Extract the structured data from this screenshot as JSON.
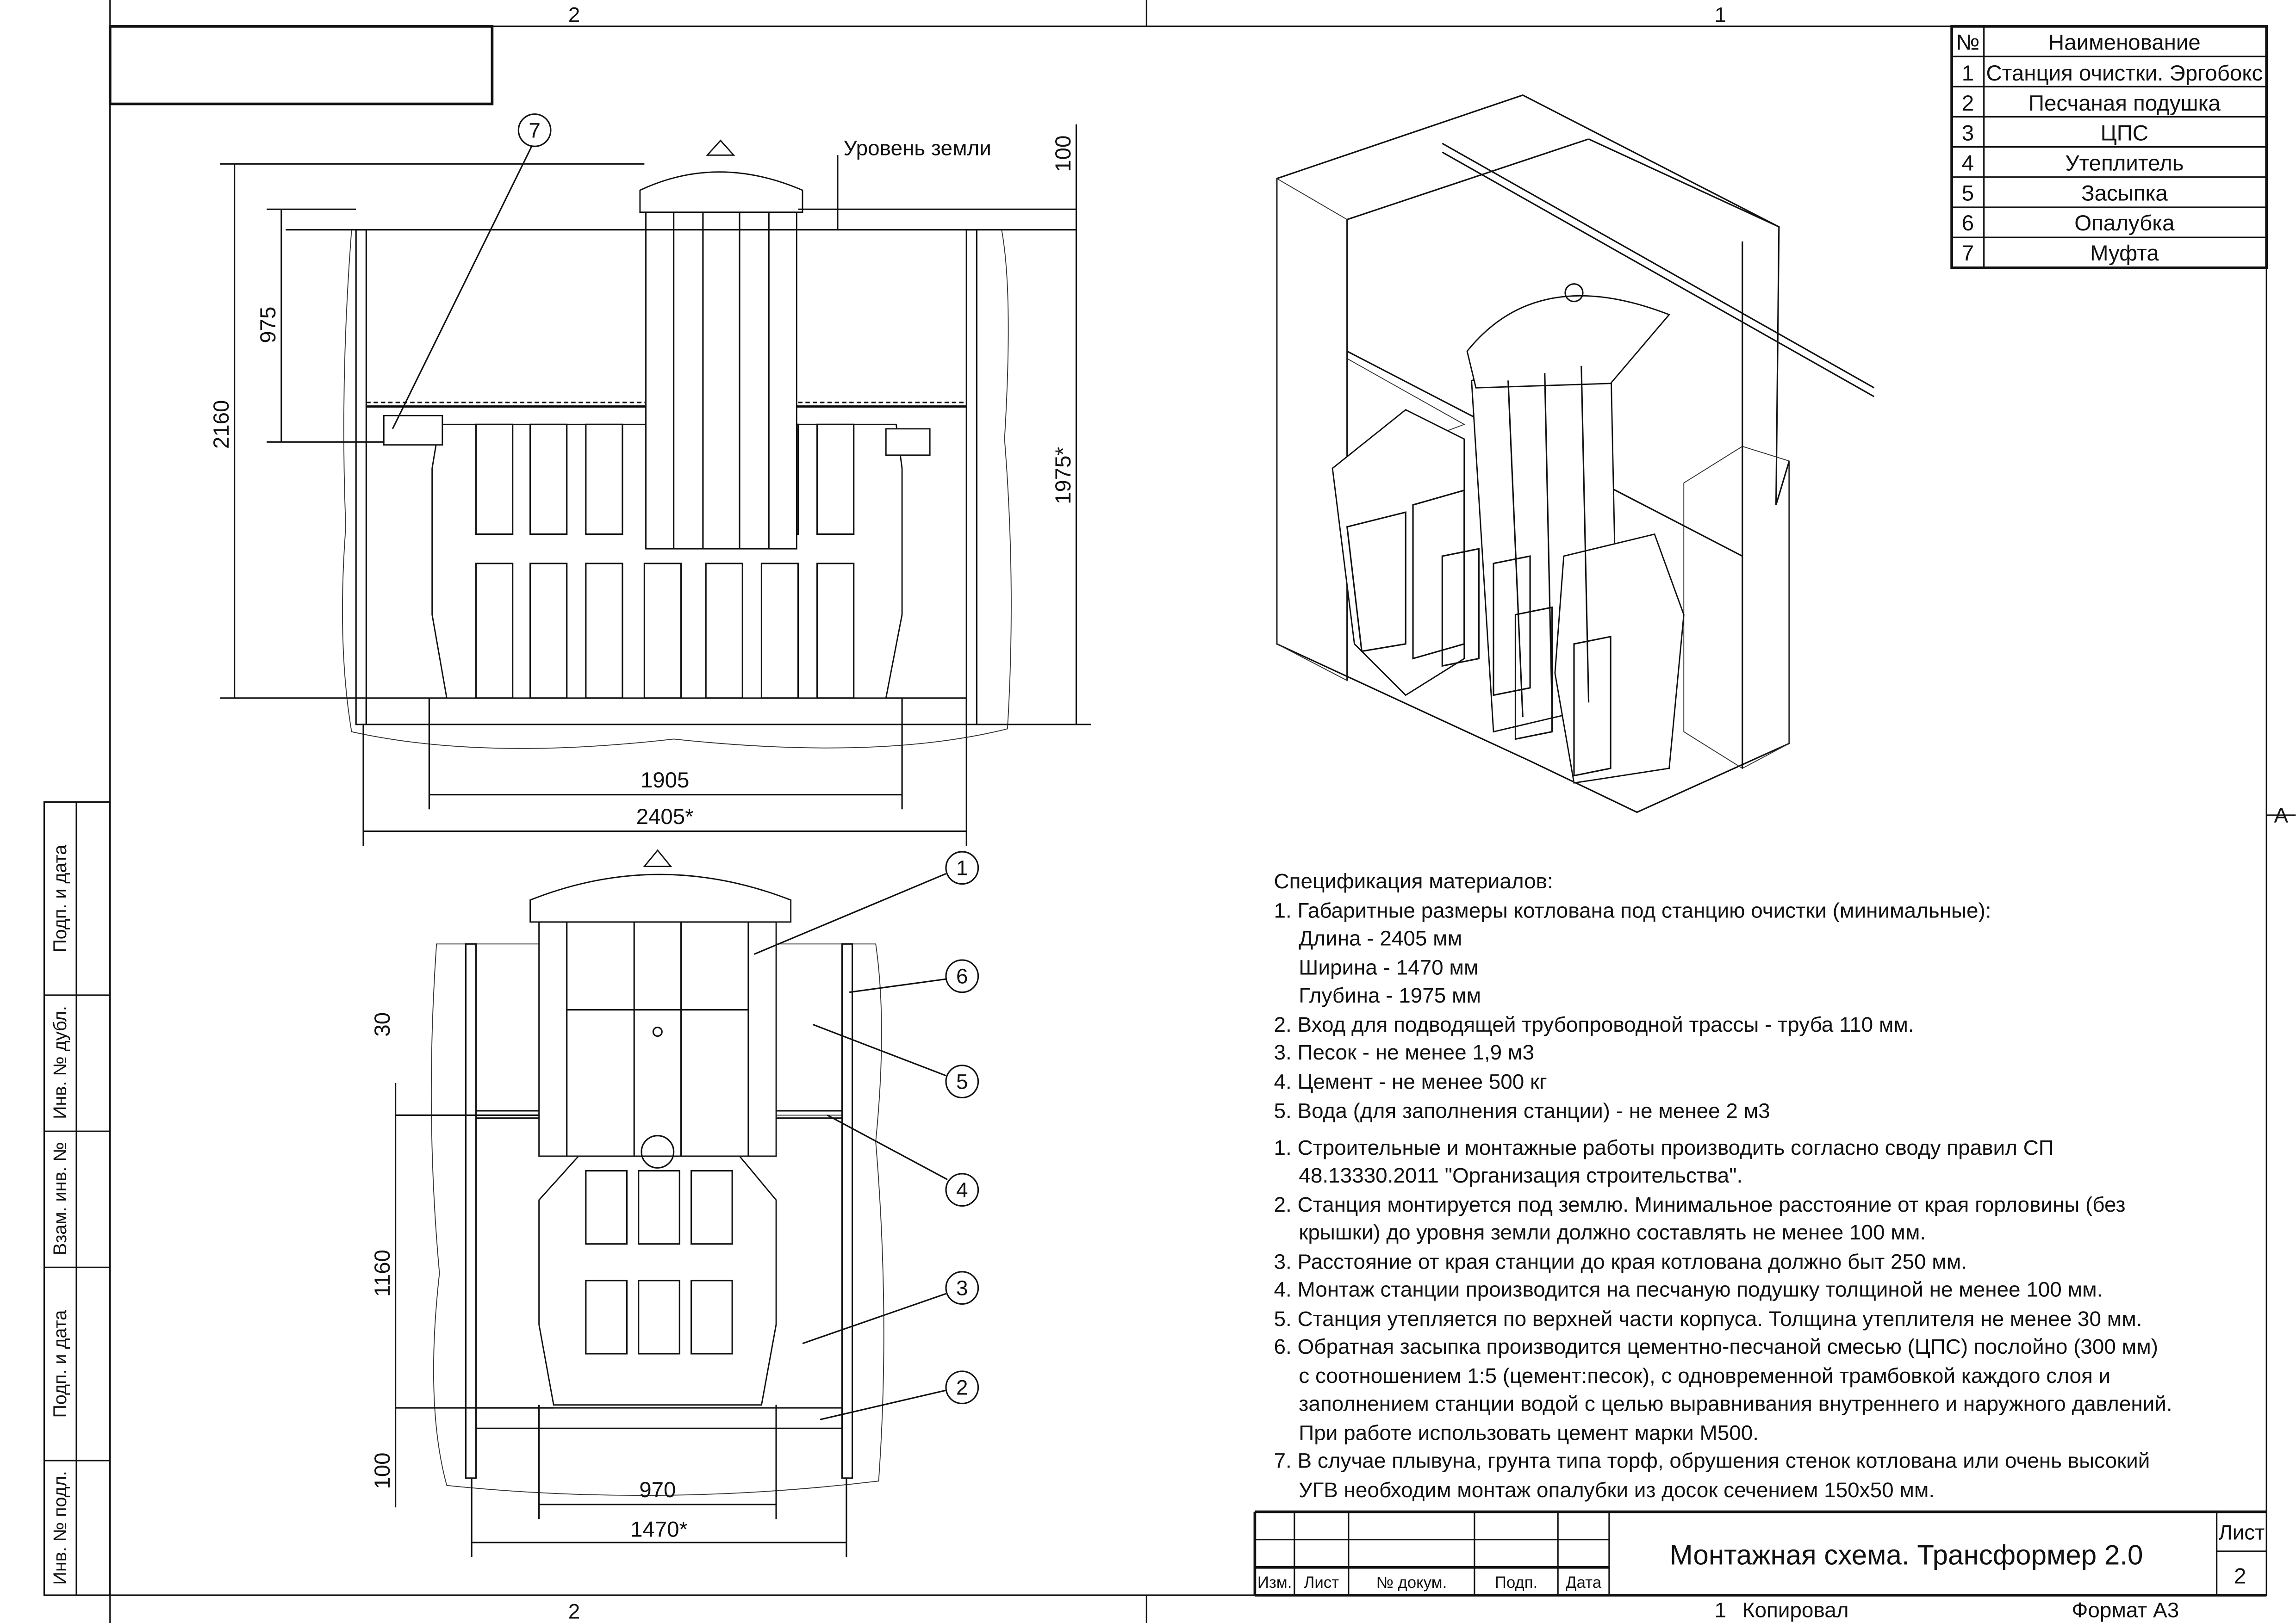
{
  "frame": {
    "zone_top_left": "2",
    "zone_top_right": "1",
    "zone_bottom_left": "2",
    "zone_right": "А"
  },
  "side_stamp": [
    "Подп. и дата",
    "Инв. № дубл.",
    "Взам. инв. №",
    "Подп. и дата",
    "Инв. № подл."
  ],
  "parts_table": {
    "headers": [
      "№",
      "Наименование"
    ],
    "rows": [
      {
        "n": "1",
        "name": "Станция очистки. Эргобокс"
      },
      {
        "n": "2",
        "name": "Песчаная подушка"
      },
      {
        "n": "3",
        "name": "ЦПС"
      },
      {
        "n": "4",
        "name": "Утеплитель"
      },
      {
        "n": "5",
        "name": "Засыпка"
      },
      {
        "n": "6",
        "name": "Опалубка"
      },
      {
        "n": "7",
        "name": "Муфта"
      }
    ]
  },
  "front_view": {
    "ground_label": "Уровень земли",
    "dims": {
      "total_height": "2160",
      "pipe_depth": "975",
      "top_gap": "100",
      "pit_depth": "1975*",
      "station_length": "1905",
      "pit_length": "2405*"
    },
    "callout": "7"
  },
  "side_view": {
    "dims": {
      "insulation": "30",
      "fill_height": "1160",
      "sand": "100",
      "station_width": "970",
      "pit_width": "1470*"
    },
    "callouts": [
      "1",
      "2",
      "3",
      "4",
      "5",
      "6"
    ]
  },
  "spec": {
    "title": "Спецификация материалов:",
    "materials": [
      "1. Габаритные размеры котлована под станцию очистки (минимальные):",
      "Длина - 2405 мм",
      "Ширина - 1470 мм",
      "Глубина - 1975 мм",
      "2. Вход для подводящей трубопроводной трассы - труба 110 мм.",
      "3. Песок - не менее 1,9 м3",
      "4. Цемент - не менее 500 кг",
      "5. Вода (для заполнения станции) - не менее 2 м3"
    ],
    "notes": [
      "1. Строительные и монтажные работы производить согласно своду правил СП",
      "48.13330.2011 \"Организация строительства\".",
      "2. Станция монтируется под землю. Минимальное расстояние от края горловины (без",
      "крышки) до уровня земли должно составлять не менее 100 мм.",
      "3. Расстояние от края станции до края котлована должно быт 250 мм.",
      "4. Монтаж станции производится на песчаную подушку толщиной не менее 100 мм.",
      "5. Станция утепляется по верхней части корпуса. Толщина утеплителя не менее 30 мм.",
      "6. Обратная засыпка производится цементно-песчаной смесью (ЦПС) послойно (300 мм)",
      "с соотношением 1:5 (цемент:песок), с одновременной трамбовкой каждого слоя и",
      "заполнением станции водой с целью выравнивания внутреннего и наружного давлений.",
      "При работе использовать цемент марки М500.",
      "7. В случае плывуна, грунта типа торф, обрушения стенок котлована или очень высокий",
      "УГВ необходим монтаж опалубки из досок сечением 150х50 мм."
    ]
  },
  "title_block": {
    "columns": [
      "Изм.",
      "Лист",
      "№ докум.",
      "Подп.",
      "Дата"
    ],
    "title": "Монтажная схема. Трансформер 2.0",
    "sheet_label": "Лист",
    "sheet_number": "2",
    "copied_label": "Копировал",
    "copied_mark": "1",
    "format_label": "Формат А3"
  }
}
